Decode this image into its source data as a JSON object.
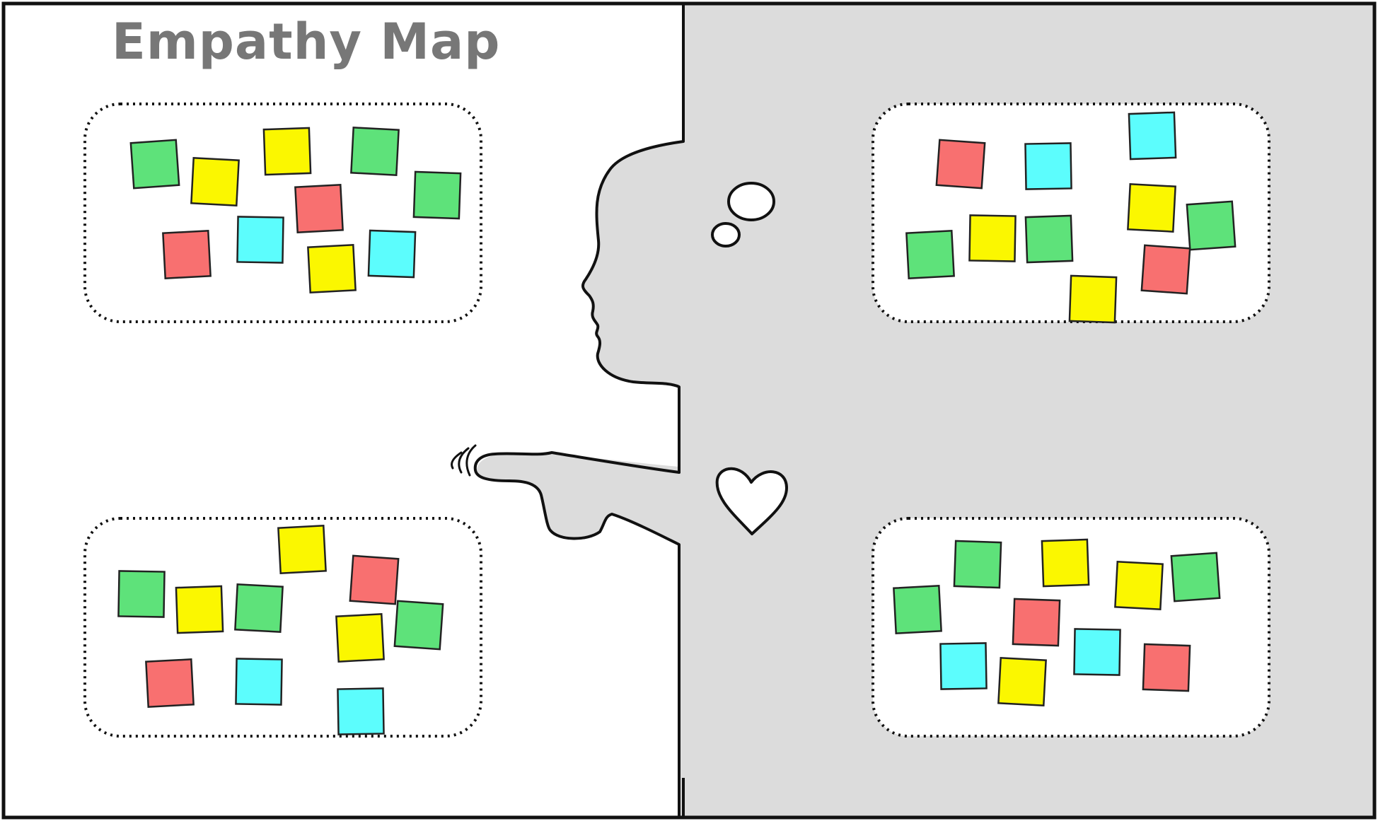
{
  "title": "Empathy Map",
  "colors": {
    "right_background": "#dcdcdc",
    "left_background": "#ffffff",
    "stroke": "#111111",
    "title": "#777777",
    "silhouette": "#dcdcdc"
  },
  "note_colors": {
    "green": "#5ee27a",
    "yellow": "#fbf700",
    "red": "#f87070",
    "cyan": "#5cfdfd"
  },
  "quadrants": [
    {
      "name": "quadrant-top-left",
      "notes": [
        "green",
        "yellow",
        "yellow",
        "green",
        "green",
        "red",
        "red",
        "cyan",
        "yellow",
        "cyan"
      ]
    },
    {
      "name": "quadrant-top-right",
      "notes": [
        "red",
        "cyan",
        "cyan",
        "yellow",
        "green",
        "green",
        "yellow",
        "green",
        "red",
        "yellow"
      ]
    },
    {
      "name": "quadrant-bottom-left",
      "notes": [
        "yellow",
        "red",
        "green",
        "yellow",
        "green",
        "yellow",
        "green",
        "red",
        "cyan",
        "cyan"
      ]
    },
    {
      "name": "quadrant-bottom-right",
      "notes": [
        "green",
        "yellow",
        "yellow",
        "green",
        "green",
        "red",
        "cyan",
        "cyan",
        "yellow",
        "red"
      ]
    }
  ],
  "icons": [
    "thought-bubble-icon",
    "heart-icon",
    "pointing-hand-icon",
    "head-silhouette-icon"
  ]
}
